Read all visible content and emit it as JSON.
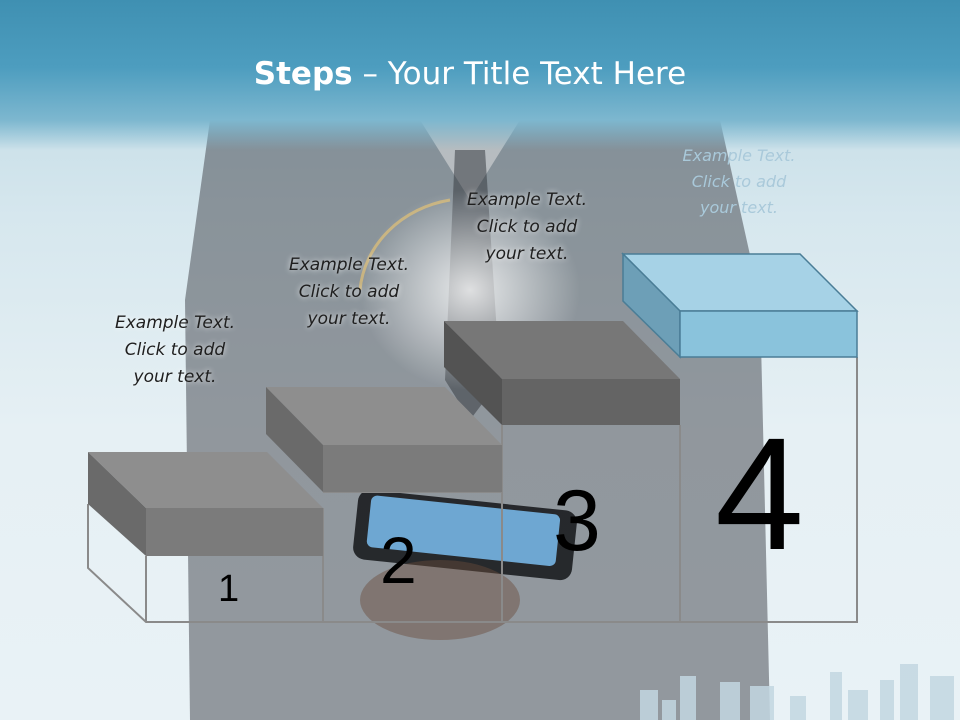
{
  "slide": {
    "title_bold": "Steps",
    "title_rest": " – Your Title Text Here"
  },
  "steps": [
    {
      "number": "1",
      "caption_line1": "Example Text.",
      "caption_line2": "Click  to add",
      "caption_line3": "your text."
    },
    {
      "number": "2",
      "caption_line1": "Example Text.",
      "caption_line2": "Click  to add",
      "caption_line3": "your text."
    },
    {
      "number": "3",
      "caption_line1": "Example Text.",
      "caption_line2": "Click  to add",
      "caption_line3": "your text."
    },
    {
      "number": "4",
      "caption_line1": "Example Text.",
      "caption_line2": "Click  to add",
      "caption_line3": "your text."
    }
  ],
  "colors": {
    "header": "#4d9dbf",
    "step_gray_top": "#8c8c8c",
    "step_gray_front": "#6b6b6b",
    "step_blue_top": "#a8d3e6",
    "step_blue_front": "#8cc4dc"
  }
}
